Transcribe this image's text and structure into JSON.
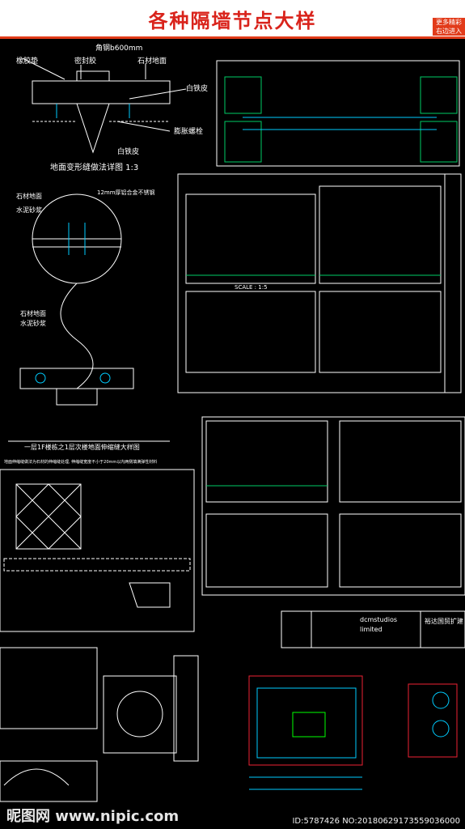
{
  "header": {
    "title": "各种隔墙节点大样",
    "badge_line1": "更多精彩",
    "badge_line2": "右边进入"
  },
  "drawing1": {
    "label_rubber": "橡胶垫",
    "label_adhesive": "密封胶",
    "label_steel": "角钢b600mm",
    "label_floor": "石材地面",
    "label_sheet": "白铁皮",
    "label_bolt": "膨胀螺栓",
    "label_sheet2": "白铁皮",
    "caption": "地面变形缝做法详图  1:3"
  },
  "drawing2": {
    "label_a": "石材地面",
    "label_b": "水泥砂浆",
    "label_c": "12mm厚铝合金不锈钢",
    "label_d": "石材地面",
    "label_e": "水泥砂浆",
    "caption": "一层1F楼栋之1层次楼地面伸缩缝大样图",
    "note": "地面伸缩缝做法为石材的伸缩缝处理, 伸缩缝宽度不小于20mm以内两侧填满弹性材料"
  },
  "titleblock": {
    "brand": "dcmstudios",
    "brand2": "limited",
    "project": "裕达国贸扩建"
  },
  "scale_label": "SCALE : 1:5",
  "watermark": {
    "site": "昵图网 www.nipic.com",
    "id": "ID:5787426 NO:20180629173559036000"
  }
}
